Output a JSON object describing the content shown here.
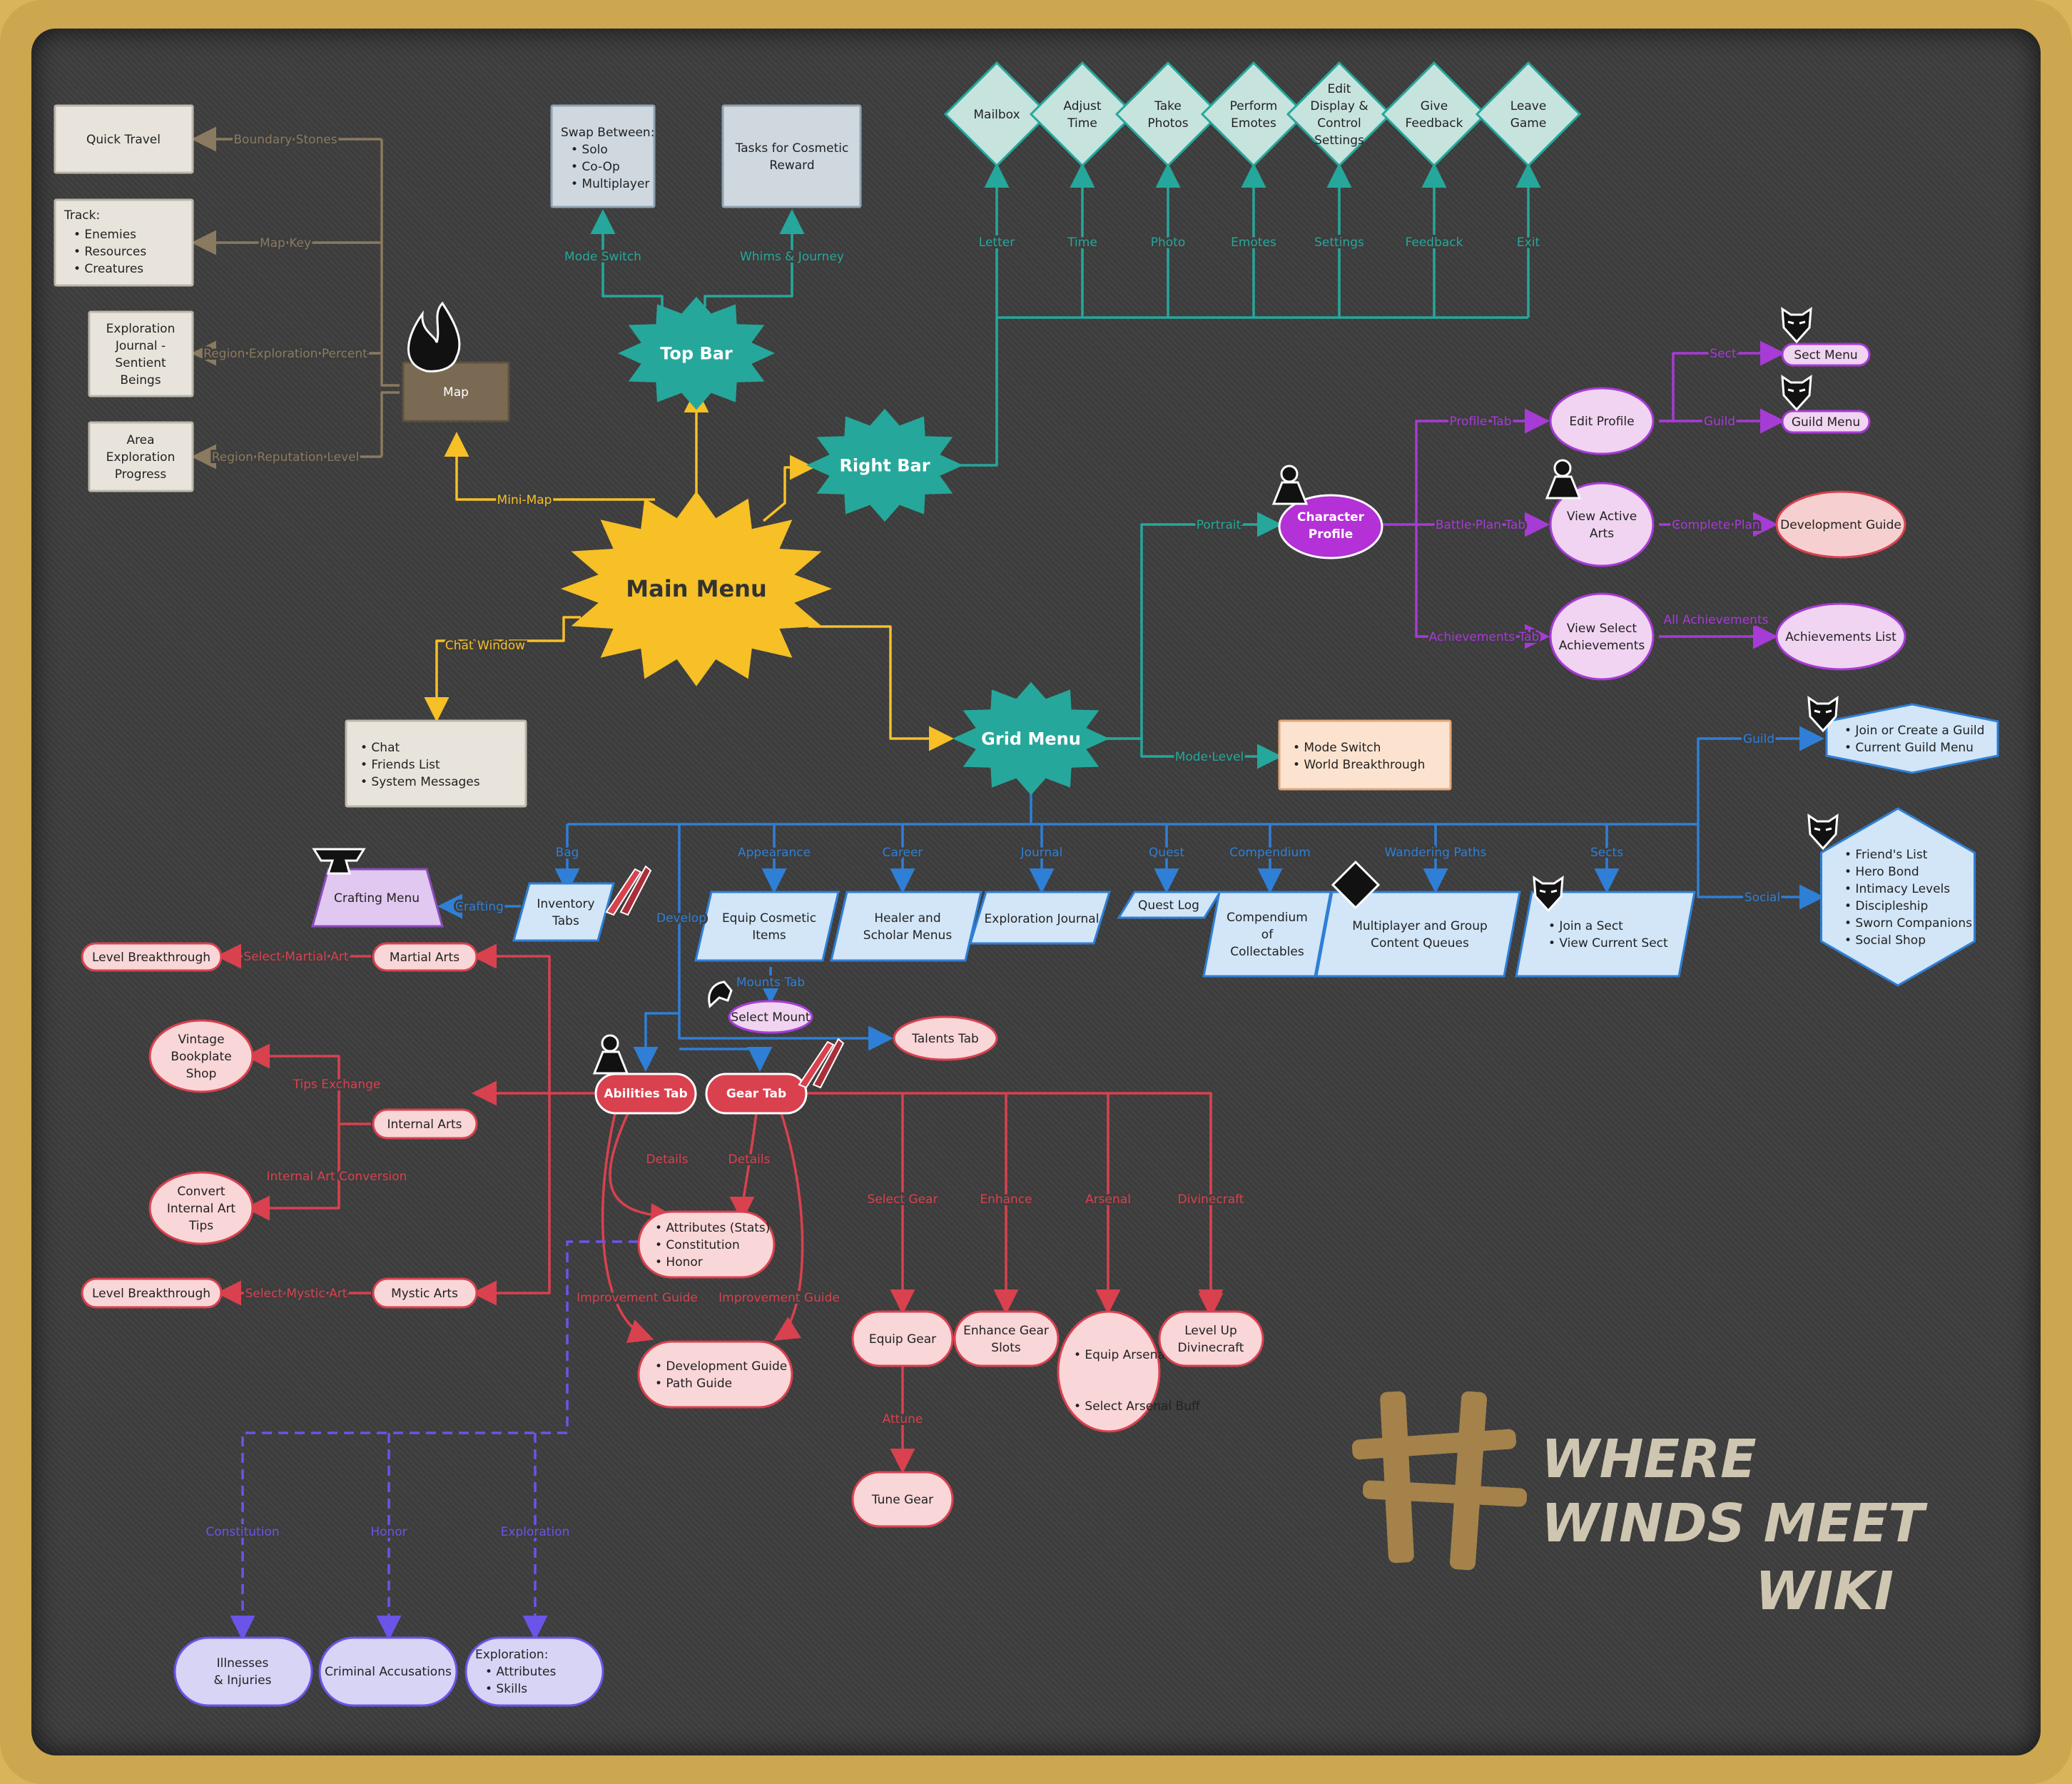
{
  "colors": {
    "main": "#f6c026",
    "teal": "#25a89b",
    "brown": "#8a7a5f",
    "purple": "#a73bd6",
    "blue": "#2f7fd6",
    "red": "#d9414e",
    "violet": "#6a55e8"
  },
  "main_menu": "Main Menu",
  "top_bar": {
    "title": "Top Bar",
    "swap": {
      "heading": "Swap Between:",
      "items": [
        "Solo",
        "Co-Op",
        "Multiplayer"
      ]
    },
    "tasks": "Tasks for Cosmetic Reward",
    "edge_left": "Mode Switch",
    "edge_right": "Whims & Journey"
  },
  "right_bar": {
    "title": "Right Bar",
    "items": [
      {
        "label": "Mailbox",
        "edge": "Letter"
      },
      {
        "label": "Adjust Time",
        "edge": "Time"
      },
      {
        "label": "Take Photos",
        "edge": "Photo"
      },
      {
        "label": "Perform Emotes",
        "edge": "Emotes"
      },
      {
        "label": "Edit Display & Control Settings",
        "edge": "Settings"
      },
      {
        "label": "Give Feedback",
        "edge": "Feedback"
      },
      {
        "label": "Leave Game",
        "edge": "Exit"
      }
    ]
  },
  "map": {
    "title": "Map",
    "edge": "Mini-Map",
    "children": [
      {
        "label": "Quick Travel",
        "edge": "Boundary Stones"
      },
      {
        "label": "Track:",
        "list": [
          "Enemies",
          "Resources",
          "Creatures"
        ],
        "edge": "Map Key"
      },
      {
        "label": "Exploration Journal - Sentient Beings",
        "edge": "Region Exploration Percent"
      },
      {
        "label": "Area Exploration Progress",
        "edge": "Region Reputation Level"
      }
    ]
  },
  "chat": {
    "edge": "Chat Window",
    "items": [
      "Chat",
      "Friends List",
      "System Messages"
    ]
  },
  "grid_menu": {
    "title": "Grid Menu",
    "mode_edge": "Mode Level",
    "mode_items": [
      "Mode Switch",
      "World Breakthrough"
    ],
    "portrait_edge": "Portrait"
  },
  "character": {
    "title": "Character Profile",
    "profile_edge": "Profile Tab",
    "edit_profile": "Edit Profile",
    "sect_edge": "Sect",
    "sect_menu": "Sect Menu",
    "guild_edge": "Guild",
    "guild_menu": "Guild Menu",
    "battle_edge": "Battle Plan Tab",
    "active_arts": "View Active Arts",
    "plan_edge": "Complete Plan",
    "dev_guide": "Development Guide",
    "ach_edge": "Achievements Tab",
    "select_ach": "View Select Achievements",
    "all_edge": "All Achievements",
    "ach_list": "Achievements List"
  },
  "grid_children": [
    {
      "edge": "Bag",
      "label": "Inventory Tabs"
    },
    {
      "edge": "Appearance",
      "label": "Equip Cosmetic Items"
    },
    {
      "edge": "Career",
      "label": "Healer and Scholar Menus"
    },
    {
      "edge": "Journal",
      "label": "Exploration Journal"
    },
    {
      "edge": "Quest",
      "label": "Quest Log"
    },
    {
      "edge": "Compendium",
      "label": "Compendium of Collectables"
    },
    {
      "edge": "Wandering Paths",
      "label": "Multiplayer and Group Content Queues"
    },
    {
      "edge": "Sects",
      "list": [
        "Join a Sect",
        "View Current Sect"
      ]
    }
  ],
  "social": {
    "guild_edge": "Guild",
    "guild_items": [
      "Join or Create a Guild",
      "Current Guild Menu"
    ],
    "social_edge": "Social",
    "social_items": [
      "Friend's List",
      "Hero Bond",
      "Intimacy Levels",
      "Discipleship",
      "Sworn Companions",
      "Social Shop"
    ]
  },
  "crafting": {
    "edge": "Crafting",
    "label": "Crafting Menu"
  },
  "develop": {
    "edge": "Develop",
    "mounts_edge": "Mounts Tab",
    "select_mount": "Select Mount",
    "talents": "Talents Tab",
    "abilities": "Abilities Tab",
    "gear": "Gear Tab",
    "details": "Details",
    "improvement": "Improvement Guide",
    "stats": [
      "Attributes (Stats)",
      "Constitution",
      "Honor"
    ],
    "guides": [
      "Development Guide",
      "Path Guide"
    ]
  },
  "arts": {
    "martial": "Martial Arts",
    "internal": "Internal Arts",
    "mystic": "Mystic Arts",
    "lb": "Level Breakthrough",
    "select_martial": "Select Martial Art",
    "select_mystic": "Select Mystic Art",
    "vintage": "Vintage Bookplate Shop",
    "convert": "Convert Internal Art Tips",
    "tips_edge": "Tips Exchange",
    "conv_edge": "Internal Art Conversion"
  },
  "gear_children": {
    "select_edge": "Select Gear",
    "equip": "Equip Gear",
    "attune_edge": "Attune",
    "tune": "Tune Gear",
    "enhance_edge": "Enhance",
    "enhance": "Enhance Gear Slots",
    "arsenal_edge": "Arsenal",
    "arsenal": [
      "Equip Arsenal Gear",
      "Select Arsenal Buff"
    ],
    "divine_edge": "Divinecraft",
    "divine": "Level Up Divinecraft"
  },
  "dashed": {
    "edges": [
      "Constitution",
      "Honor",
      "Exploration"
    ],
    "ill": "Illnesses & Injuries",
    "crim": "Criminal Accusations",
    "exp_head": "Exploration:",
    "exp_items": [
      "Attributes",
      "Skills"
    ]
  },
  "logo": {
    "line1": "WHERE",
    "line2": "WINDS MEET",
    "line3": "WIKI"
  }
}
